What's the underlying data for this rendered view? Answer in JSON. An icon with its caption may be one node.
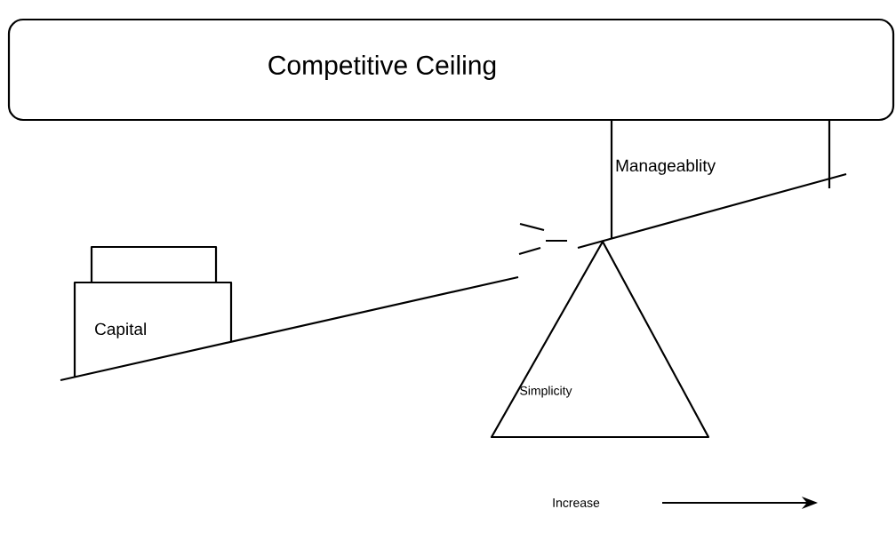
{
  "diagram": {
    "nodes": [
      {
        "text": [
          "Competitive Ceiling"
        ]
      },
      {
        "text": [
          "Manageablity"
        ]
      },
      {
        "text": [],
        "shape": "box"
      },
      {
        "text": [
          "Capital"
        ]
      },
      {
        "text": [
          "Simplicity"
        ]
      }
    ],
    "labels": [
      "Increase"
    ]
  }
}
